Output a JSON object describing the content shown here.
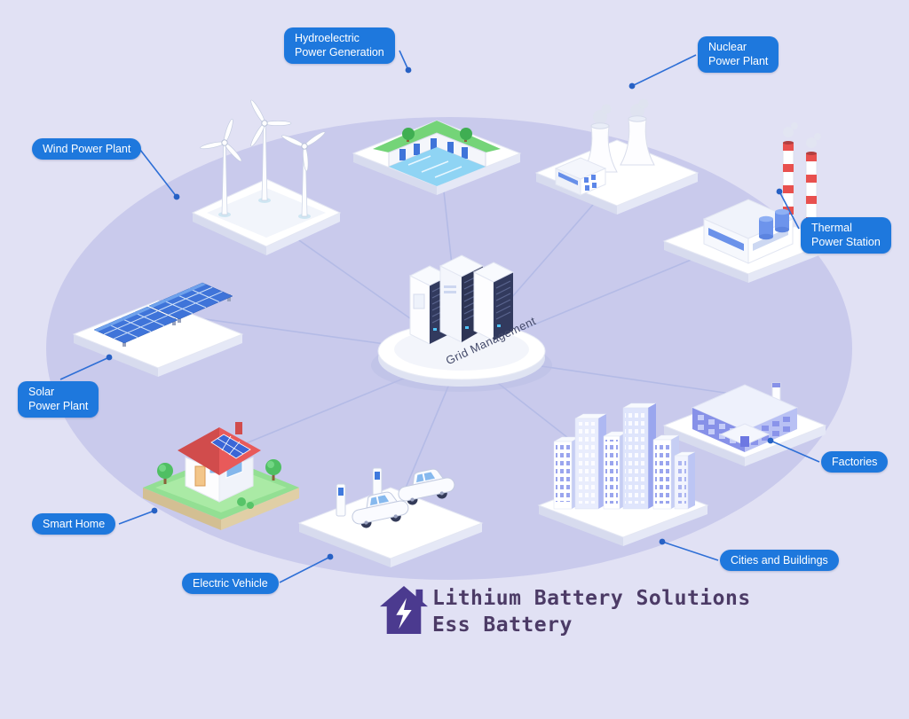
{
  "center": {
    "label": "Grid Management"
  },
  "labels": {
    "wind": {
      "lines": [
        "Wind Power Plant"
      ]
    },
    "hydro": {
      "lines": [
        "Hydroelectric",
        "Power Generation"
      ]
    },
    "nuclear": {
      "lines": [
        "Nuclear",
        "Power Plant"
      ]
    },
    "thermal": {
      "lines": [
        "Thermal",
        "Power Station"
      ]
    },
    "solar": {
      "lines": [
        "Solar",
        "Power Plant"
      ]
    },
    "smart_home": {
      "lines": [
        "Smart Home"
      ]
    },
    "ev": {
      "lines": [
        "Electric Vehicle"
      ]
    },
    "cities": {
      "lines": [
        "Cities and Buildings"
      ]
    },
    "factories": {
      "lines": [
        "Factories"
      ]
    }
  },
  "footer": {
    "title": "Lithium Battery Solutions",
    "subtitle": "Ess Battery"
  },
  "colors": {
    "background": "#e1e1f4",
    "ellipse": "#c9caec",
    "label_bg": "#1e78dd",
    "label_text": "#ffffff",
    "connector": "#2e6fd6",
    "grid_line": "#b4bbe6",
    "footer_text": "#4c3b66",
    "footer_icon": "#4b3a8f"
  }
}
